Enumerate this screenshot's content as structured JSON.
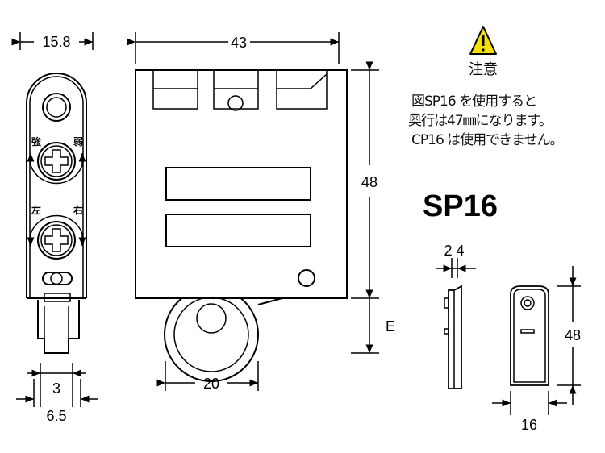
{
  "warning": {
    "label": "注意",
    "icon": "warning-triangle-icon",
    "color": "#f5e000"
  },
  "note_lines": [
    "図SP16 を使用すると",
    "奥行は47㎜になります。",
    "CP16 は使用できません。"
  ],
  "model": "SP16",
  "left_view": {
    "width_dim": "15.8",
    "label_strong": "強",
    "label_weak": "弱",
    "label_left": "左",
    "label_right": "右",
    "dim_inner": "3",
    "dim_outer": "6.5"
  },
  "front_view": {
    "width_dim": "43",
    "height_dim": "48",
    "extra_dim": "E",
    "wheel_dim": "20"
  },
  "sp16_view": {
    "thickness_dim": "2 4",
    "height_dim": "48",
    "width_dim": "16"
  }
}
